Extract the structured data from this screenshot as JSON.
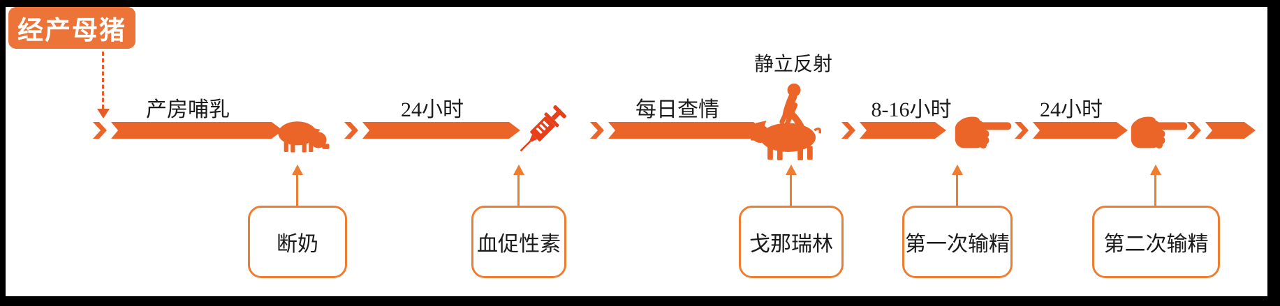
{
  "diagram_title": "经产母猪",
  "colors": {
    "title_box": "#EC7439",
    "timeline": "#EB6428",
    "callout_border": "#ED7D31",
    "connector": "#E75B28",
    "syringe": "#E83F1B",
    "label_text": "#1A1A1A",
    "frame": "#000000"
  },
  "timeline": {
    "segments": [
      {
        "label": "产房哺乳"
      },
      {
        "label": "24小时"
      },
      {
        "label": "每日查情"
      },
      {
        "label": "8-16小时"
      },
      {
        "label": "24小时"
      },
      {
        "label": ""
      }
    ],
    "milestones": [
      {
        "icon": "pig-eating-icon",
        "callout": "断奶"
      },
      {
        "icon": "syringe-icon",
        "callout": "血促性素"
      },
      {
        "icon": "sow-back-pressure-test-icon",
        "callout": "戈那瑞林",
        "label_above": "静立反射"
      },
      {
        "icon": "pointing-hand-icon",
        "callout": "第一次输精"
      },
      {
        "icon": "pointing-hand-icon",
        "callout": "第二次输精"
      }
    ]
  }
}
